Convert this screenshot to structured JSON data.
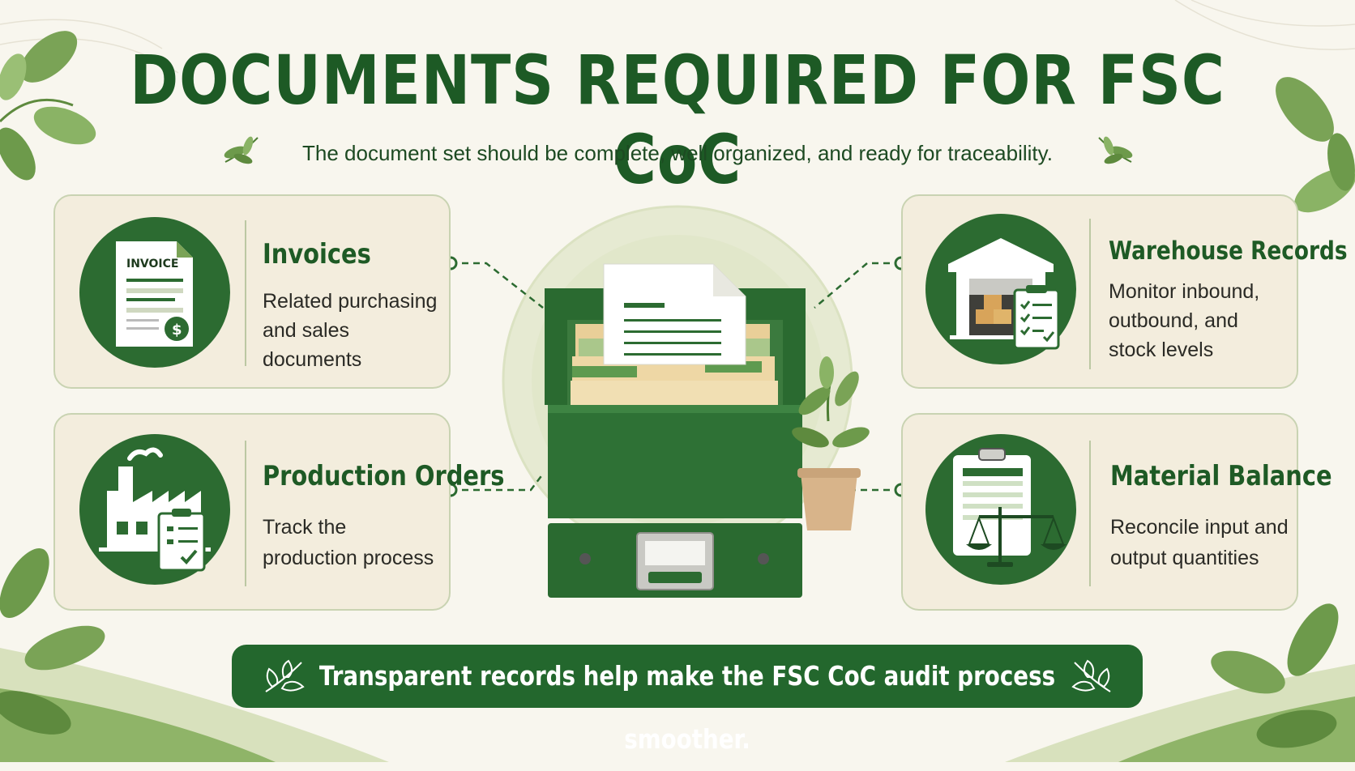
{
  "header": {
    "title": "DOCUMENTS REQUIRED FOR FSC CoC",
    "subtitle": "The document set should be complete, well organized, and ready for traceability."
  },
  "cards": {
    "invoices": {
      "icon": "invoice-icon",
      "icon_label": "INVOICE",
      "title": "Invoices",
      "line1": "Related purchasing",
      "line2": "and sales documents"
    },
    "production": {
      "icon": "factory-icon",
      "title": "Production Orders",
      "line1": "Track the",
      "line2": "production process"
    },
    "warehouse": {
      "icon": "warehouse-icon",
      "title": "Warehouse Records",
      "line1": "Monitor inbound,",
      "line2": "outbound, and",
      "line3": "stock levels"
    },
    "material": {
      "icon": "balance-scale-icon",
      "title": "Material Balance",
      "line1": "Reconcile input and",
      "line2": "output quantities"
    }
  },
  "banner": {
    "text": "Transparent records help make the FSC CoC audit process smoother."
  },
  "colors": {
    "primary_green": "#23672d",
    "title_green": "#1d5a25",
    "card_bg": "#f3eddd",
    "page_bg": "#f8f6ee"
  }
}
